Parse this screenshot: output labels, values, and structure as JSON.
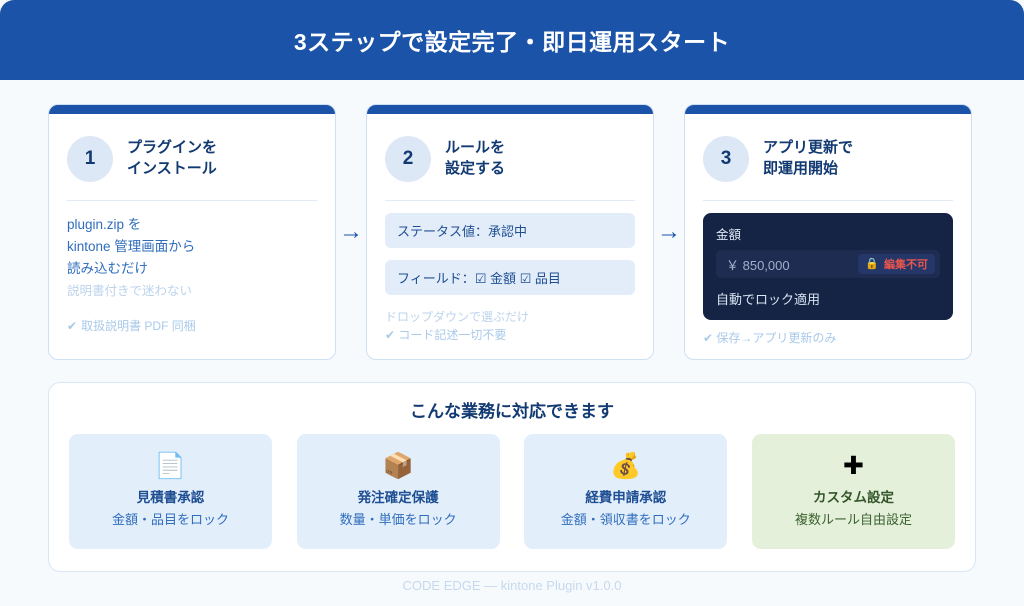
{
  "header": {
    "title": "3ステップで設定完了・即日運用スタート"
  },
  "steps": [
    {
      "number": "1",
      "title": "プラグインを\nインストール",
      "lines": [
        "plugin.zip を",
        "kintone 管理画面から",
        "読み込むだけ"
      ],
      "muted": "説明書付きで迷わない",
      "check_mark": "✔",
      "check_text": "取扱説明書 PDF 同梱"
    },
    {
      "number": "2",
      "title": "ルールを\n設定する",
      "chips": [
        "ステータス値：承認中",
        "フィールド：☑ 金額 ☑ 品目"
      ],
      "muted": "ドロップダウンで選ぶだけ",
      "check_mark": "✔",
      "check_text": "コード記述一切不要"
    },
    {
      "number": "3",
      "title": "アプリ更新で\n即運用開始",
      "panel": {
        "field_label": "金額",
        "field_value": "￥ 850,000",
        "badge_icon": "🔒",
        "badge_text": "編集不可",
        "note": "自動でロック適用"
      },
      "check_mark": "✔",
      "check_text": "保存→アプリ更新のみ"
    }
  ],
  "arrows": [
    "→",
    "→"
  ],
  "usecases": {
    "title": "こんな業務に対応できます",
    "items": [
      {
        "icon": "📄",
        "icon_name": "document-icon",
        "name": "見積書承認",
        "desc": "金額・品目をロック"
      },
      {
        "icon": "📦",
        "icon_name": "package-icon",
        "name": "発注確定保護",
        "desc": "数量・単価をロック"
      },
      {
        "icon": "💰",
        "icon_name": "money-bag-icon",
        "name": "経費申請承認",
        "desc": "金額・領収書をロック"
      },
      {
        "icon": "✚",
        "icon_name": "plus-icon",
        "name": "カスタム設定",
        "desc": "複数ルール自由設定"
      }
    ]
  },
  "footer": {
    "text": "CODE EDGE — kintone Plugin v1.0.0"
  },
  "colors": {
    "brand_blue": "#1a53a8",
    "navy_text": "#123a72",
    "panel_dark": "#152345",
    "badge_red": "#e8554e",
    "accent_green_bg": "#e5f0da",
    "page_bg": "#f7fafd"
  }
}
